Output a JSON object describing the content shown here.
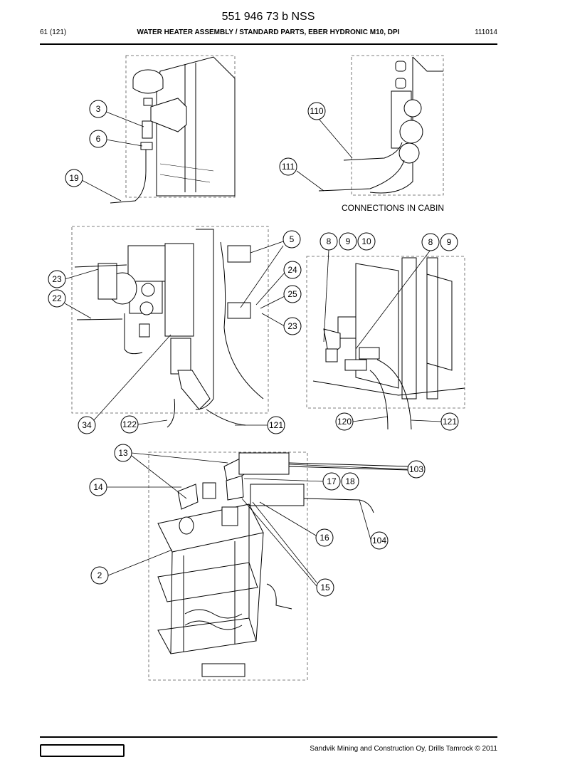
{
  "header": {
    "doc_number": "551 946 73 b NSS",
    "page_number": "61 (121)",
    "title": "WATER HEATER ASSEMBLY / STANDARD PARTS, EBER HYDRONIC M10, DPI",
    "date_code": "111014"
  },
  "captions": {
    "cabin_connections": "CONNECTIONS IN CABIN"
  },
  "callouts": {
    "c3": "3",
    "c6": "6",
    "c19": "19",
    "c110": "110",
    "c111": "111",
    "c5": "5",
    "c24": "24",
    "c25": "25",
    "c23a": "23",
    "c23b": "23",
    "c22": "22",
    "c34": "34",
    "c122": "122",
    "c121a": "121",
    "c8a": "8",
    "c9a": "9",
    "c10": "10",
    "c8b": "8",
    "c9b": "9",
    "c120": "120",
    "c121b": "121",
    "c13": "13",
    "c14": "14",
    "c2": "2",
    "c103": "103",
    "c17": "17",
    "c18": "18",
    "c16": "16",
    "c104": "104",
    "c15": "15"
  },
  "footer": {
    "copyright": "Sandvik Mining and Construction Oy, Drills Tamrock © 2011"
  }
}
